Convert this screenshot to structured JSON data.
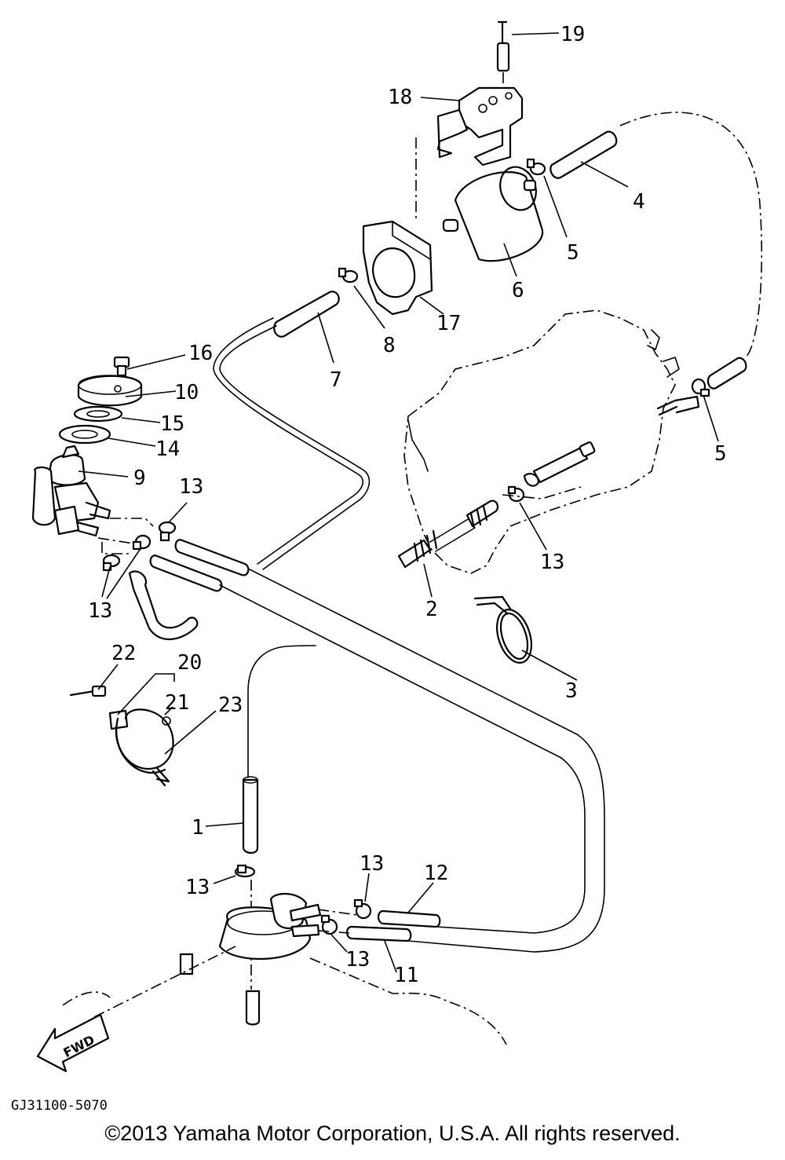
{
  "diagram": {
    "part_numbers": {
      "p1": "1",
      "p2": "2",
      "p3": "3",
      "p4": "4",
      "p5a": "5",
      "p5b": "5",
      "p6": "6",
      "p7": "7",
      "p8": "8",
      "p9": "9",
      "p10": "10",
      "p11": "11",
      "p12": "12",
      "p13a": "13",
      "p13b": "13",
      "p13c": "13",
      "p13d": "13",
      "p13e": "13",
      "p13f": "13",
      "p14": "14",
      "p15": "15",
      "p16": "16",
      "p17": "17",
      "p18": "18",
      "p19": "19",
      "p20": "20",
      "p21": "21",
      "p22": "22",
      "p23": "23"
    },
    "fwd_label": "FWD",
    "drawing_code": "GJ31100-5070"
  },
  "footer": {
    "copyright": "©2013 Yamaha Motor Corporation, U.S.A. All rights reserved."
  },
  "colors": {
    "line": "#000000",
    "background": "#ffffff"
  }
}
